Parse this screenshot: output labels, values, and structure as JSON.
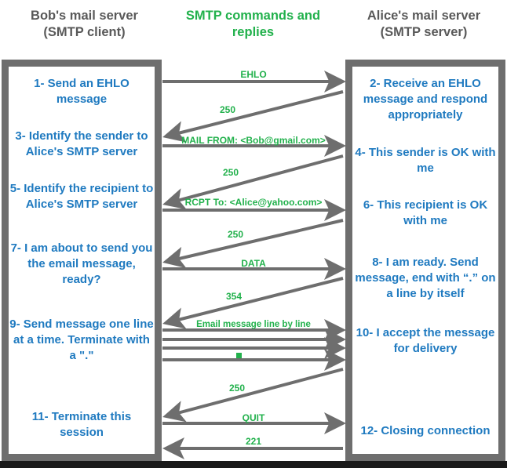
{
  "headings": {
    "left": "Bob's mail server\n(SMTP client)",
    "left_line1": "Bob's mail server",
    "left_line2": "(SMTP client)",
    "middle_line1": "SMTP commands and",
    "middle_line2": "replies",
    "right_line1": "Alice's mail server",
    "right_line2": "(SMTP server)"
  },
  "colors": {
    "accent_blue": "#1f7ac0",
    "accent_green": "#22b14c",
    "frame_gray": "#6e6e6e",
    "heading_gray": "#595959"
  },
  "client_steps": [
    {
      "id": "step-1",
      "text": "1- Send an EHLO message"
    },
    {
      "id": "step-3",
      "text": "3- Identify the sender to Alice's SMTP server"
    },
    {
      "id": "step-5",
      "text": "5- Identify\nthe recipient to Alice's SMTP server"
    },
    {
      "id": "step-7",
      "text": "7- I am about to send you the email message, ready?"
    },
    {
      "id": "step-9",
      "text": "9- Send message one line at a time. Terminate with a \".\""
    },
    {
      "id": "step-11",
      "text": "11- Terminate this session"
    }
  ],
  "server_steps": [
    {
      "id": "step-2",
      "text": "2- Receive an EHLO message and respond appropriately"
    },
    {
      "id": "step-4",
      "text": "4- This sender is OK with me"
    },
    {
      "id": "step-6",
      "text": "6- This recipient is OK with me"
    },
    {
      "id": "step-8",
      "text": "8-  I am ready. Send message, end with “.” on a line by itself"
    },
    {
      "id": "step-10",
      "text": "10-  I accept the message for delivery"
    },
    {
      "id": "step-12",
      "text": "12-  Closing connection"
    }
  ],
  "messages": [
    {
      "id": "msg-ehlo",
      "label": "EHLO",
      "direction": "right"
    },
    {
      "id": "msg-250-a",
      "label": "250",
      "direction": "left"
    },
    {
      "id": "msg-mail-from",
      "label": "MAIL FROM: <Bob@gmail.com>",
      "direction": "right"
    },
    {
      "id": "msg-250-b",
      "label": "250",
      "direction": "left"
    },
    {
      "id": "msg-rcpt-to",
      "label": "RCPT To: <Alice@yahoo.com>",
      "direction": "right"
    },
    {
      "id": "msg-250-c",
      "label": "250",
      "direction": "left"
    },
    {
      "id": "msg-data",
      "label": "DATA",
      "direction": "right"
    },
    {
      "id": "msg-354",
      "label": "354",
      "direction": "left"
    },
    {
      "id": "msg-email-lines",
      "label": "Email message line by line",
      "direction": "right"
    },
    {
      "id": "msg-250-d",
      "label": "250",
      "direction": "left"
    },
    {
      "id": "msg-quit",
      "label": "QUIT",
      "direction": "right"
    },
    {
      "id": "msg-221",
      "label": "221",
      "direction": "left"
    }
  ]
}
